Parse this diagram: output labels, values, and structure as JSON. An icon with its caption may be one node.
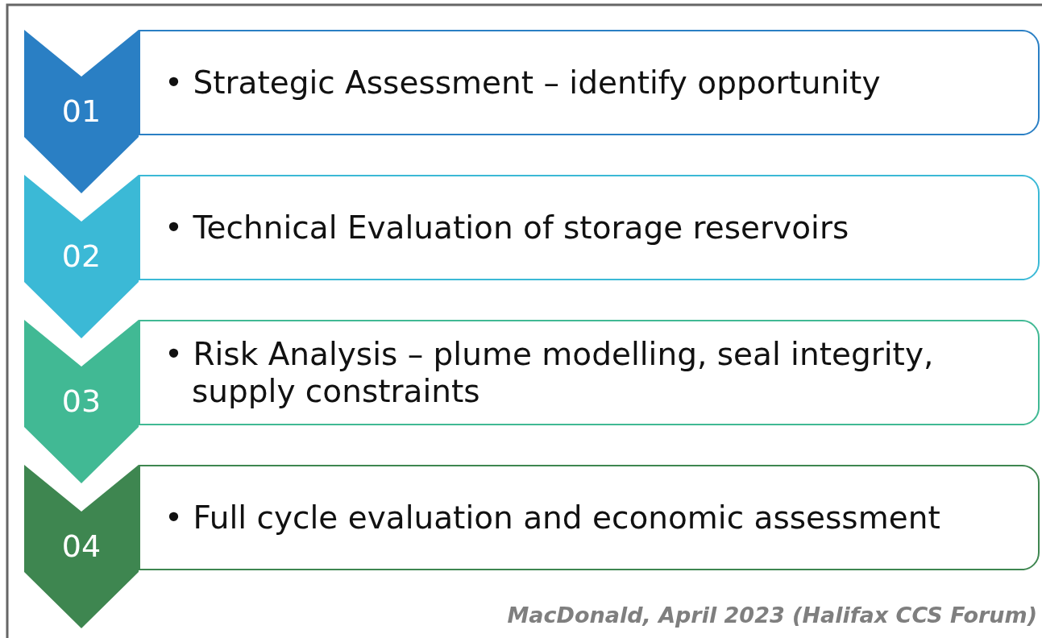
{
  "diagram": {
    "caption": "MacDonald, April 2023 (Halifax CCS Forum)",
    "nodes": [
      {
        "text": [
          "01"
        ]
      },
      {
        "text": [
          "• Strategic Assessment – identify opportunity"
        ]
      },
      {
        "text": [
          "02"
        ]
      },
      {
        "text": [
          "• Technical Evaluation of storage reservoirs"
        ]
      },
      {
        "text": [
          "03"
        ]
      },
      {
        "text": [
          "• Risk Analysis – plume modelling, seal integrity, supply constraints"
        ]
      },
      {
        "text": [
          "04"
        ]
      },
      {
        "text": [
          "• Full cycle evaluation and economic assessment"
        ]
      }
    ]
  }
}
